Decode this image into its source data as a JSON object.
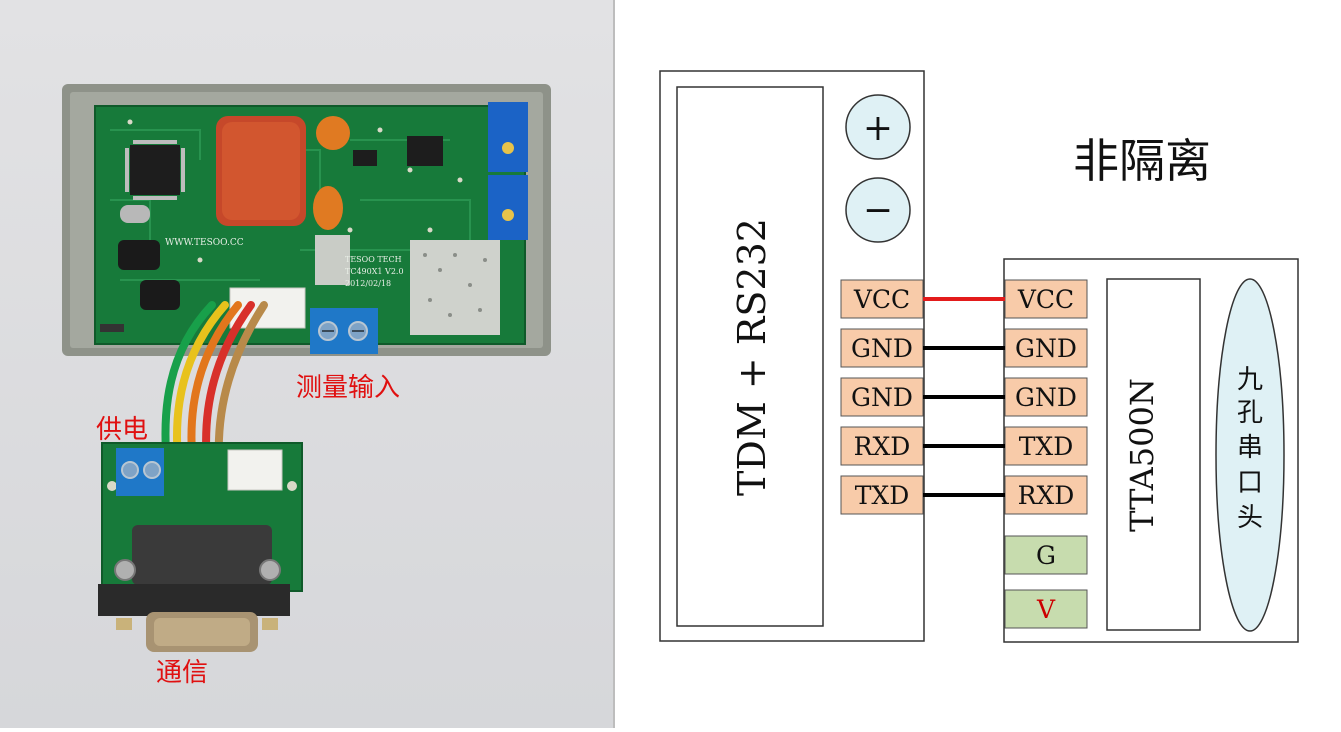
{
  "photo": {
    "labels": {
      "measure_input": "测量输入",
      "power": "供电",
      "comm": "通信"
    },
    "silkscreen": {
      "website": "WWW.TESOO.CC",
      "brand": "TESOO TECH",
      "model": "TC490X1 V2.0",
      "date": "2012/02/18"
    },
    "label_color": "#e01010"
  },
  "diagram": {
    "title": "非隔离",
    "left_module": {
      "title": "TDM + RS232",
      "plus_symbol": "+",
      "minus_symbol": "−",
      "pins": [
        "VCC",
        "GND",
        "GND",
        "RXD",
        "TXD"
      ]
    },
    "right_module": {
      "pins": [
        "VCC",
        "GND",
        "GND",
        "TXD",
        "RXD"
      ],
      "extra_pins": [
        "G",
        "V"
      ],
      "title": "TTA500N",
      "connector_label": [
        "九",
        "孔",
        "串",
        "口",
        "头"
      ]
    },
    "colors": {
      "pin_fill": "#f8cba9",
      "extra_pin_fill": "#c7dcae",
      "terminal_fill": "#dff1f5",
      "vcc_wire": "#e31b1b",
      "gnd_wire": "#000000",
      "v_text": "#cc0000"
    }
  }
}
